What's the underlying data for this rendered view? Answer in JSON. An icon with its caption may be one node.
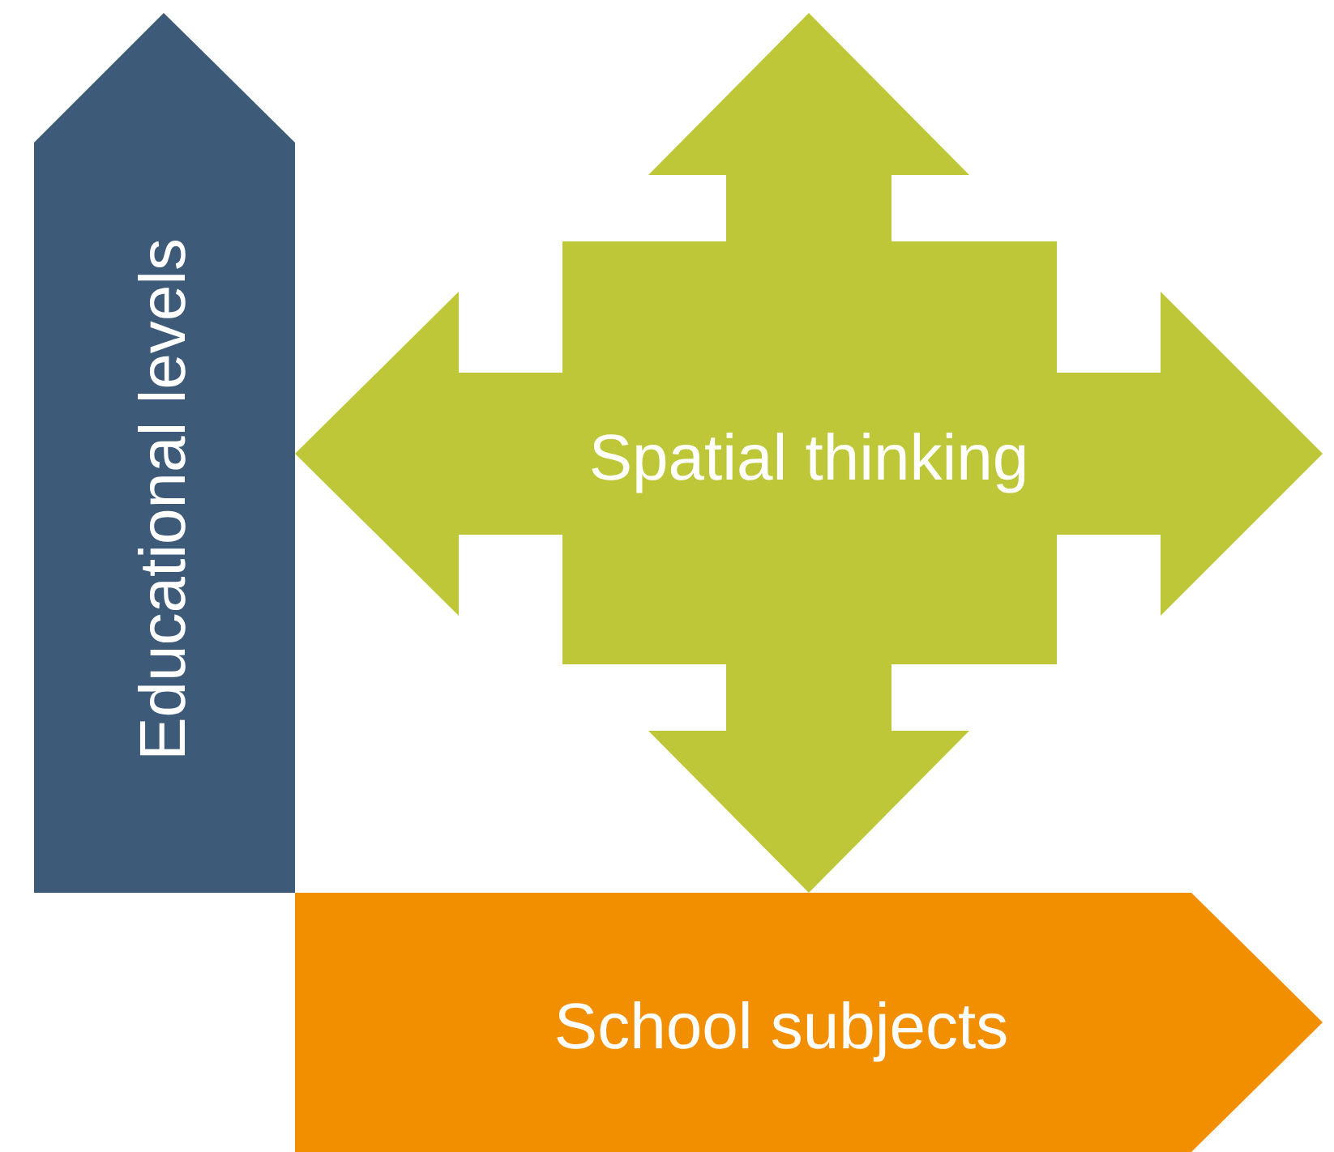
{
  "diagram": {
    "nodes": [
      {
        "text": [
          "Educational levels"
        ]
      },
      {
        "text": [
          "Spatial thinking"
        ]
      },
      {
        "text": [
          "School subjects"
        ]
      }
    ]
  }
}
